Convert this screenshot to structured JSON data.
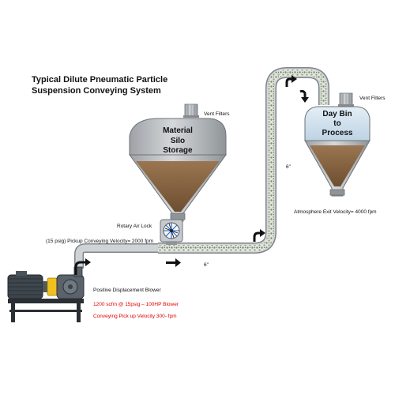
{
  "title_line1": "Typical Dilute Pneumatic Particle",
  "title_line2": "Suspension Conveying System",
  "silo": {
    "line1": "Material",
    "line2": "Silo",
    "line3": "Storage"
  },
  "day_bin": {
    "line1": "Day Bin",
    "line2": "to",
    "line3": "Process"
  },
  "labels": {
    "vent_filters_silo": "Vent Filters",
    "vent_filters_bin": "Vent Filters",
    "rotary_air_lock": "Rotary Air Lock",
    "pickup_velocity": "(15 psig) Pickup Conveying Velocity= 2000 fpm",
    "pipe_size_horizontal": "6\"",
    "pipe_size_vertical": "6\"",
    "atmosphere_exit_velocity": "Atmosphere Exit Velocity= 4000 fpm",
    "blower": "Positive Displacement Blower",
    "blower_spec": "1200 scfm @ 15psig – 100HP Blower",
    "pickup_velocity_range": "Conveying Pick up Velocity 300- fpm"
  },
  "colors": {
    "pipe": "#d0d3d6",
    "pipe_edge": "#7d8489",
    "material": "#8a6743",
    "vessel": "#b9bcbf",
    "bin_top": "#d3e3ef",
    "red_text": "#e00000",
    "motor": "#3e464d",
    "coupling": "#f0c020"
  },
  "icons": [
    "flow-arrow-icon",
    "rotary-airlock-icon",
    "vent-filter-icon",
    "electric-motor-icon",
    "blower-icon"
  ]
}
